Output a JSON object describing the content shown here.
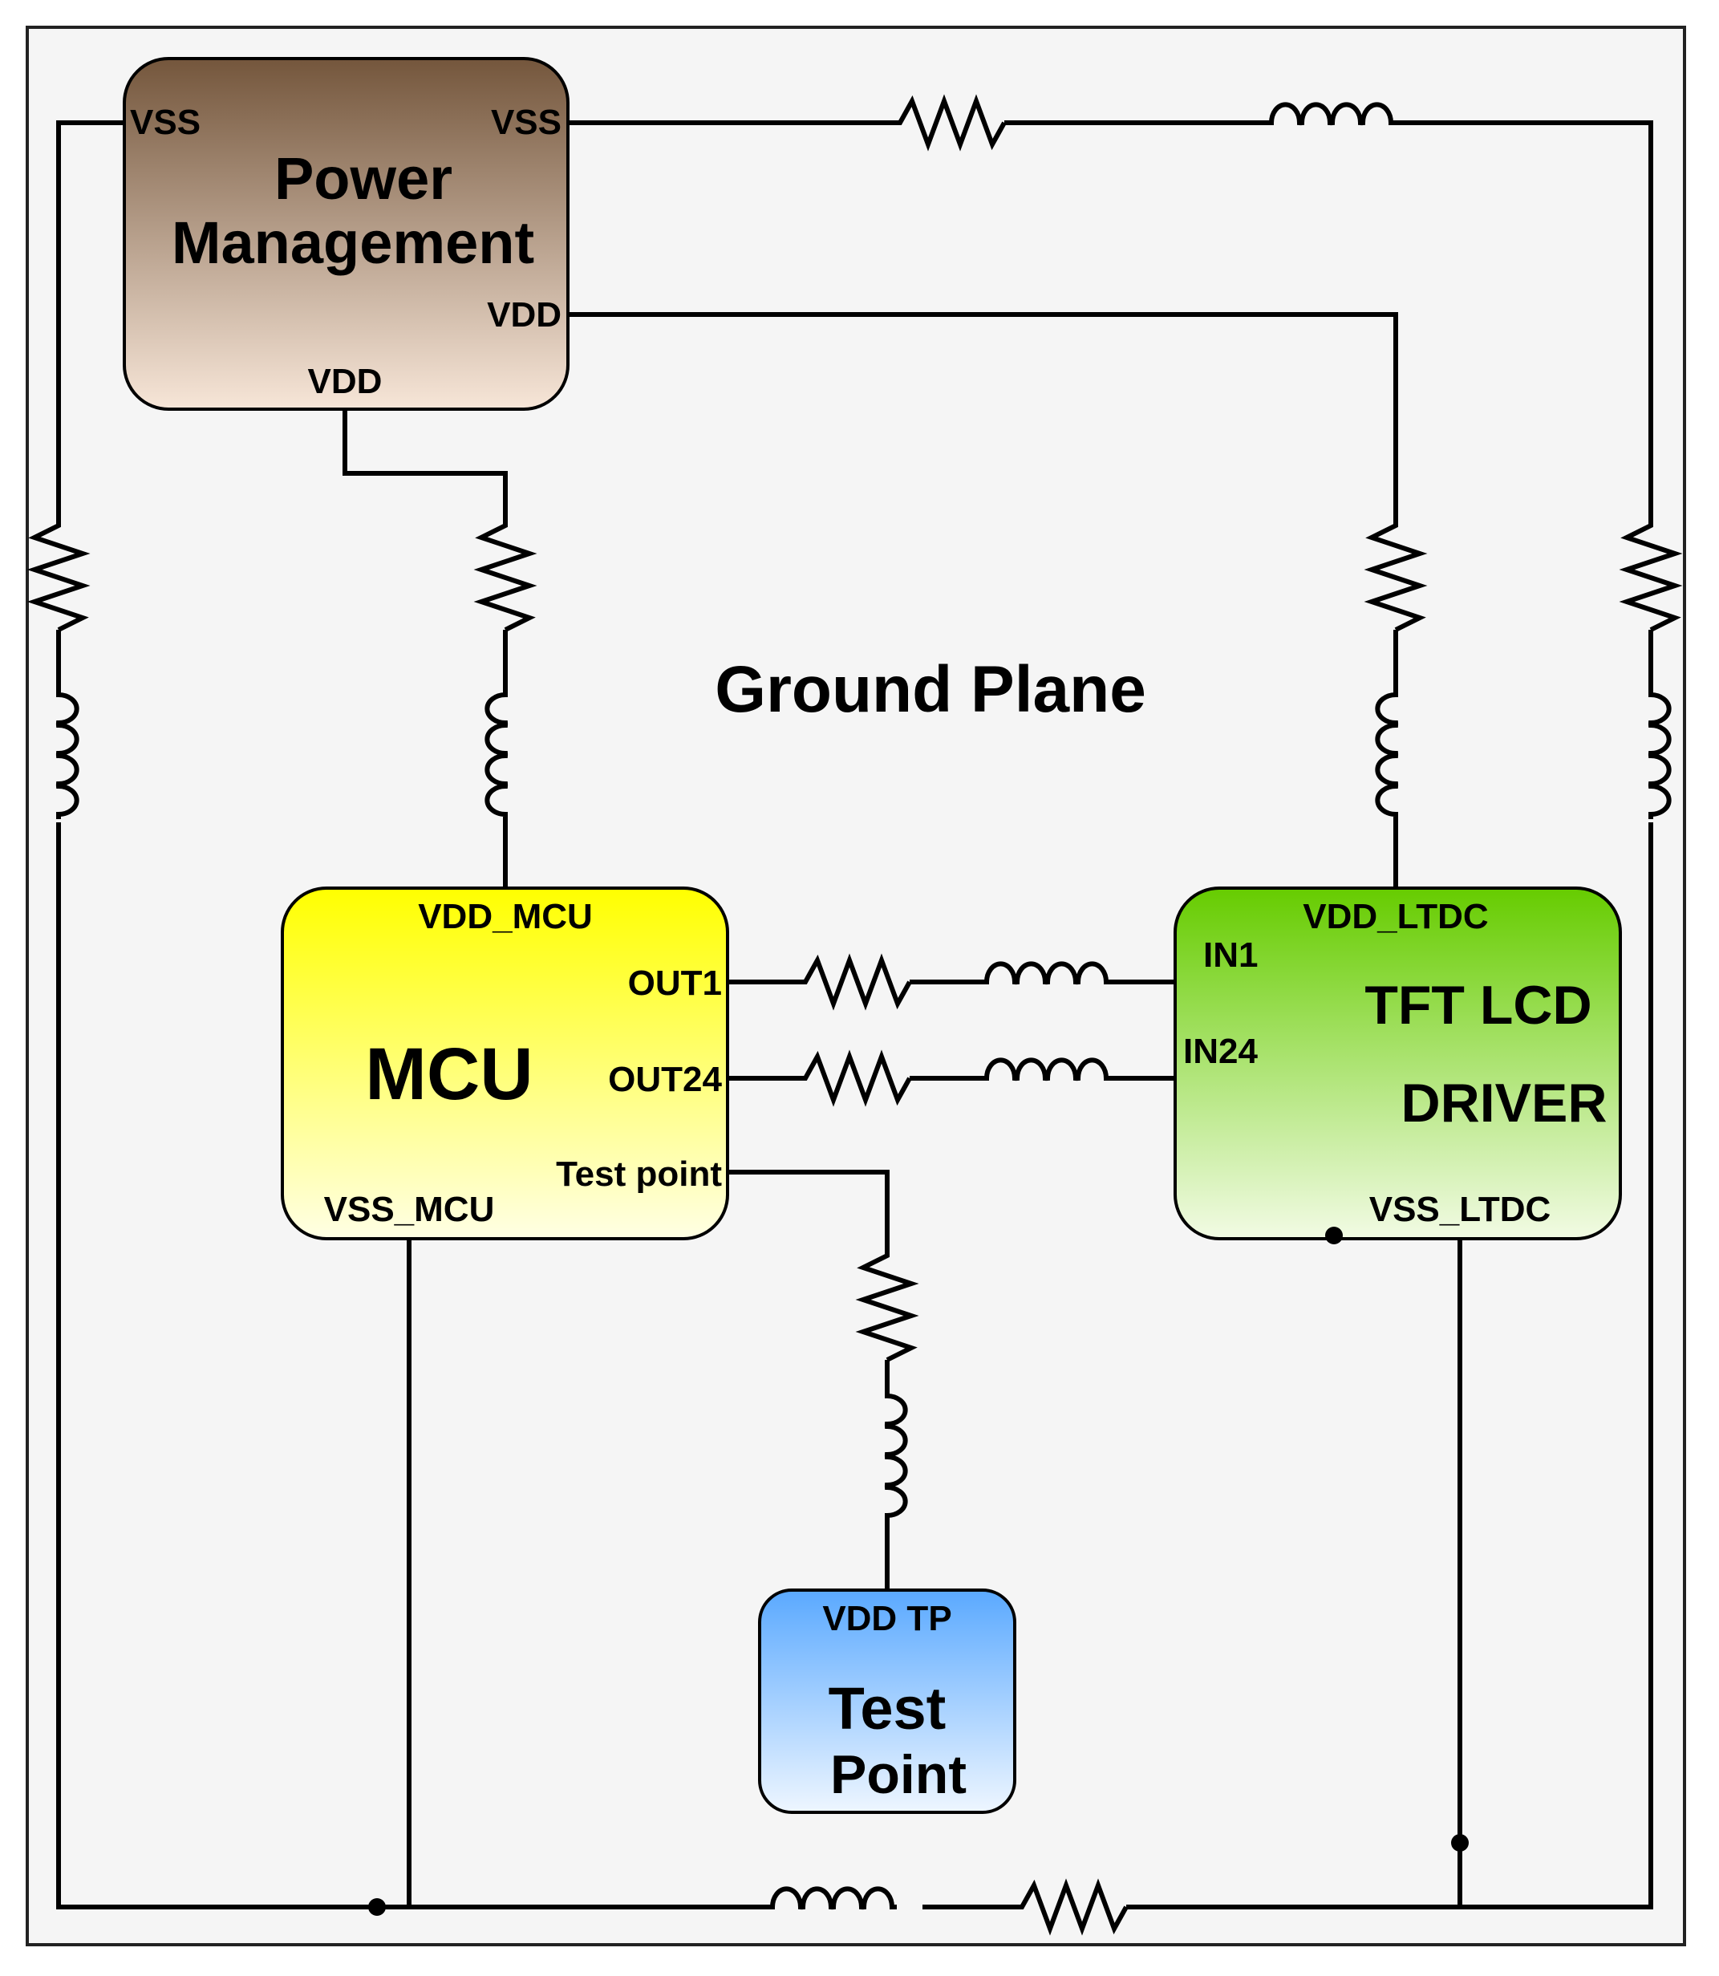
{
  "diagram": {
    "plane_label": "Ground Plane",
    "power_management": {
      "title_line1": "Power",
      "title_line2": "Management",
      "pin_vss_left": "VSS",
      "pin_vss_right": "VSS",
      "pin_vdd_right": "VDD",
      "pin_vdd_bottom": "VDD"
    },
    "mcu": {
      "title": "MCU",
      "pin_vdd": "VDD_MCU",
      "pin_out1": "OUT1",
      "pin_out24": "OUT24",
      "pin_test": "Test point",
      "pin_vss": "VSS_MCU"
    },
    "lcd_driver": {
      "title_line1": "TFT LCD",
      "title_line2": "DRIVER",
      "pin_vdd": "VDD_LTDC",
      "pin_in1": "IN1",
      "pin_in24": "IN24",
      "pin_vss": "VSS_LTDC"
    },
    "test_point": {
      "title_line1": "Test",
      "title_line2": "Point",
      "pin_vdd": "VDD TP"
    }
  },
  "colors": {
    "background": "#f5f5f5",
    "border": "#222222",
    "power_top": "#74563c",
    "power_bottom": "#f7e6d8",
    "mcu_top": "#ffff00",
    "mcu_bottom": "#ffffe4",
    "lcd_top": "#66cc00",
    "lcd_bottom": "#f2fbe4",
    "tp_top": "#5aa9ff",
    "tp_bottom": "#eef6ff"
  },
  "icons": [
    "resistor-icon",
    "inductor-icon",
    "capacitor-icon",
    "junction-dot-icon"
  ]
}
